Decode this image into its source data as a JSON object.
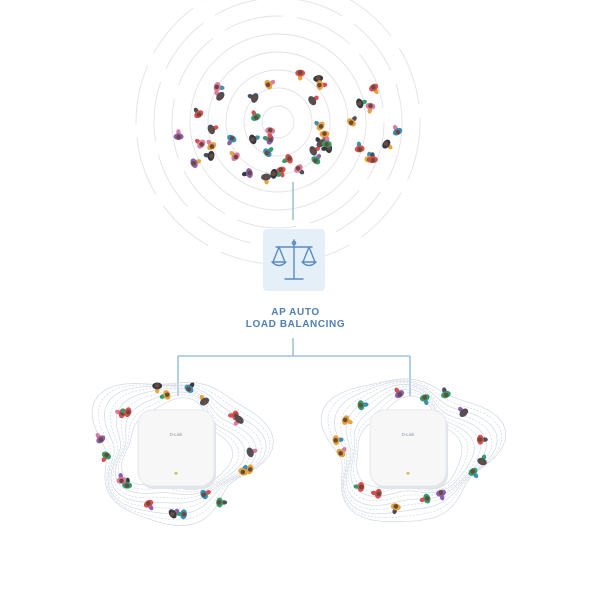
{
  "colors": {
    "connector": "#9ec1dd",
    "scale_box_fill": "#e4eff8",
    "scale_icon": "#5a8cc0",
    "label_text": "#4f7fb4",
    "ring": "#dfe3e8",
    "wave": "#d0d8e6",
    "ap_body": "#f7f7f7",
    "ap_shadow": "#e1e4e8",
    "ap_led": "#d7b94a",
    "person_palette": [
      "#d94f4f",
      "#3d8fb5",
      "#2f9e6a",
      "#e6a23c",
      "#333845",
      "#8a5fb3",
      "#e07aa0",
      "#4a4f5c"
    ]
  },
  "center_icon": {
    "name": "balance-scale-icon"
  },
  "label": {
    "line1": "AP AUTO",
    "line2": "LOAD BALANCING"
  },
  "access_points": [
    {
      "name": "access-point-left",
      "logo": "D-Link"
    },
    {
      "name": "access-point-right",
      "logo": "D-Link"
    }
  ],
  "crowd": {
    "name": "user-crowd",
    "icon": "person-icon"
  }
}
